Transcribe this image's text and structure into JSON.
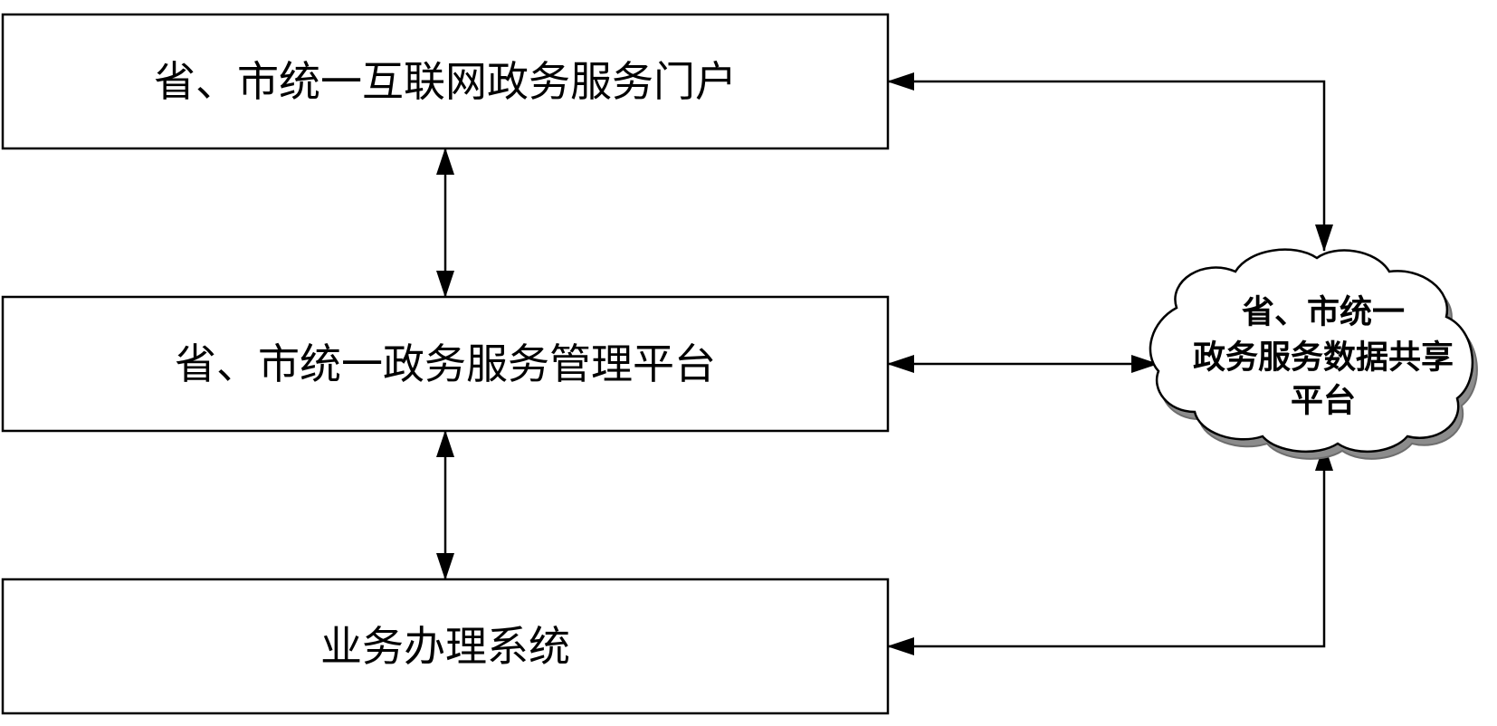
{
  "diagram": {
    "boxes": {
      "portal": {
        "label": "省、市统一互联网政务服务门户"
      },
      "management": {
        "label": "省、市统一政务服务管理平台"
      },
      "business": {
        "label": "业务办理系统"
      }
    },
    "cloud": {
      "lines": [
        "省、市统一",
        "政务服务数据共享",
        "平台"
      ]
    },
    "connectors": [
      {
        "from": "portal",
        "to": "management",
        "direction": "both"
      },
      {
        "from": "management",
        "to": "business",
        "direction": "both"
      },
      {
        "from": "portal",
        "to": "cloud",
        "direction": "both"
      },
      {
        "from": "management",
        "to": "cloud",
        "direction": "both"
      },
      {
        "from": "cloud",
        "to": "business",
        "direction": "both"
      }
    ]
  }
}
